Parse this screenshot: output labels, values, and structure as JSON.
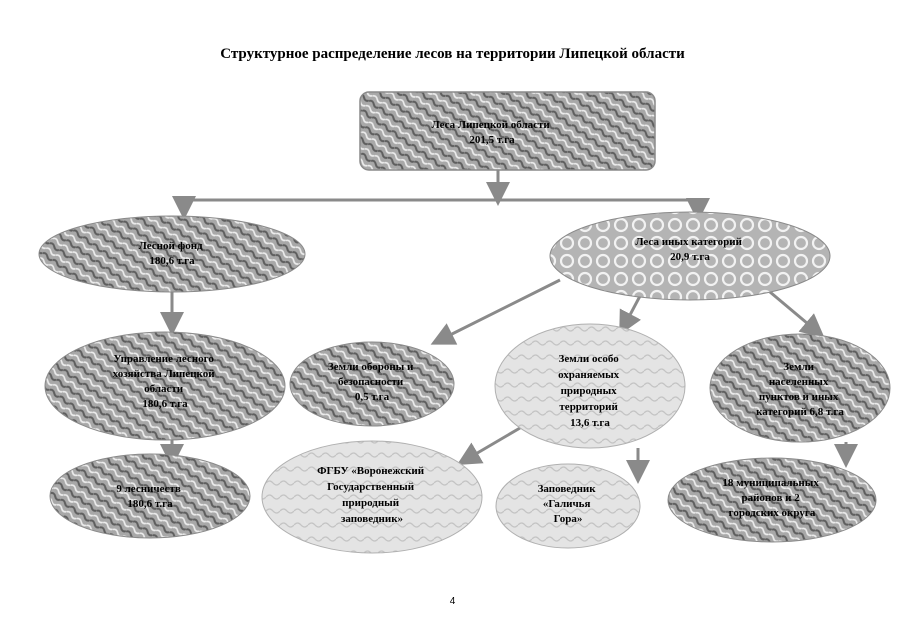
{
  "title": "Структурное распределение лесов на территории Липецкой области",
  "page_number": "4",
  "colors": {
    "dark_pattern": "#9c9c9c",
    "light_pattern": "#d6d6d6",
    "arrow": "#8a8a8a"
  },
  "nodes": {
    "root": [
      "Леса Липецкой области",
      "201,5 т.га"
    ],
    "forest_fund": [
      "Лесной фонд",
      "180,6 т.га"
    ],
    "other_categories": [
      "Леса иных категорий",
      "20,9 т.га"
    ],
    "management": [
      "Управление лесного",
      "хозяйства Липецкой",
      "области",
      "180,6 т.га"
    ],
    "defense": [
      "Земли обороны и",
      "безопасности",
      "0,5 т.га"
    ],
    "protected": [
      "Земли особо",
      "охраняемых",
      "природных",
      "территорий",
      "13,6 т.га"
    ],
    "settlements": [
      "Земли",
      "населенных",
      "пунктов и иных",
      "категорий 6,8 т.га"
    ],
    "forestries": [
      "9 лесничеств",
      "180,6 т.га"
    ],
    "voronezh_reserve": [
      "ФГБУ «Воронежский",
      "Государственный",
      "природный",
      "заповедник»"
    ],
    "galichya_gora": [
      "Заповедник",
      "«Галичья",
      "Гора»"
    ],
    "municipal": [
      "18 муниципальных",
      "районов и 2",
      "городских округа"
    ]
  }
}
